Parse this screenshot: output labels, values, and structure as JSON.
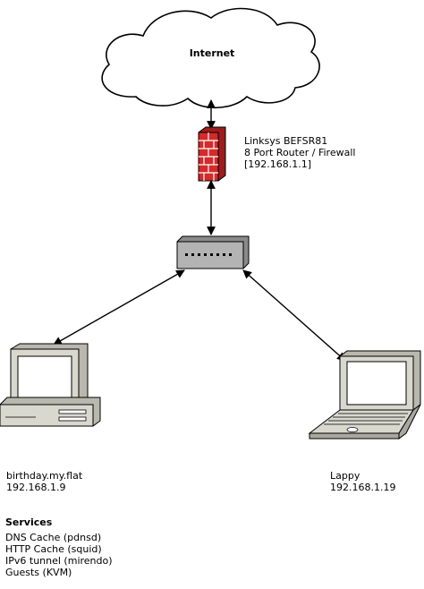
{
  "cloud": {
    "label": "Internet"
  },
  "firewall": {
    "lines": [
      "Linksys BEFSR81",
      "8 Port Router / Firewall",
      "[192.168.1.1]"
    ]
  },
  "desktop": {
    "hostname": "birthday.my.flat",
    "ip": "192.168.1.9"
  },
  "laptop": {
    "hostname": "Lappy",
    "ip": "192.168.1.19"
  },
  "services": {
    "heading": "Services",
    "items": [
      "DNS Cache (pdnsd)",
      "HTTP Cache (squid)",
      "IPv6 tunnel (mirendo)",
      "Guests (KVM)"
    ]
  },
  "colors": {
    "firewall_red": "#d42a2a",
    "switch_gray": "#b3b3b3",
    "computer_beige": "#d8d8cf"
  }
}
